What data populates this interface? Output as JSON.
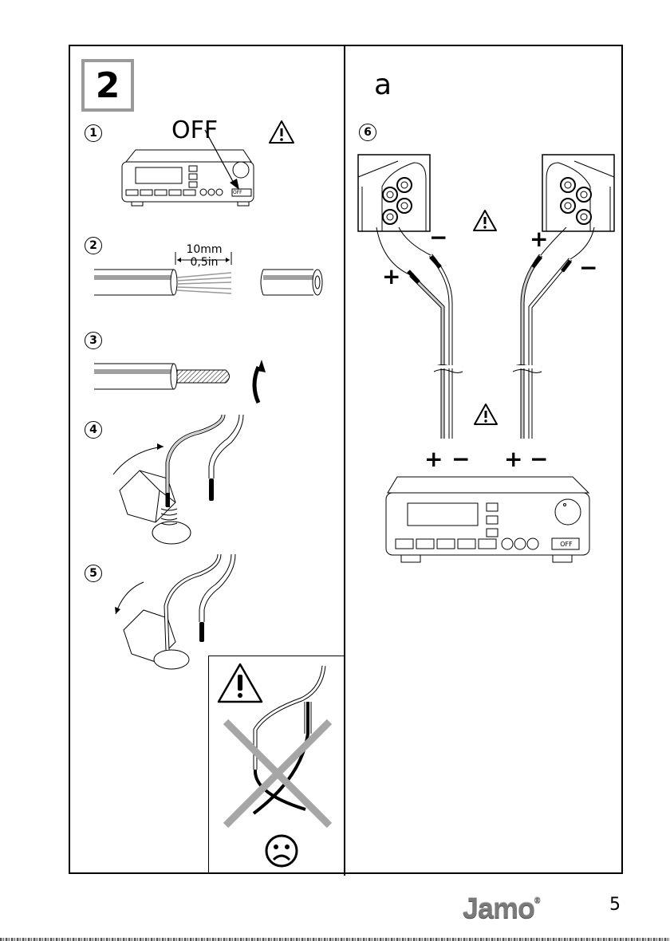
{
  "section": {
    "number": "2"
  },
  "left_panel": {
    "steps": [
      {
        "number": "1",
        "label": "OFF"
      },
      {
        "number": "2",
        "dimension_metric": "10mm",
        "dimension_imperial": "0,5in"
      },
      {
        "number": "3"
      },
      {
        "number": "4"
      },
      {
        "number": "5"
      }
    ],
    "amplifier_off_button": "OFF"
  },
  "right_panel": {
    "variant_label": "a",
    "step": {
      "number": "6"
    },
    "left_speaker_signs": {
      "upper": "−",
      "lower": "+"
    },
    "right_speaker_signs": {
      "upper": "+",
      "lower": "−"
    },
    "amp_terminal_signs": [
      "+",
      "−",
      "+",
      "−"
    ],
    "amplifier_off_button": "OFF"
  },
  "footer": {
    "brand": "Jamo",
    "brand_mark": "®",
    "page_number": "5"
  },
  "colors": {
    "frame": "#000000",
    "section_box_border": "#9a9a9a",
    "cross_out": "#a6a6a6"
  }
}
